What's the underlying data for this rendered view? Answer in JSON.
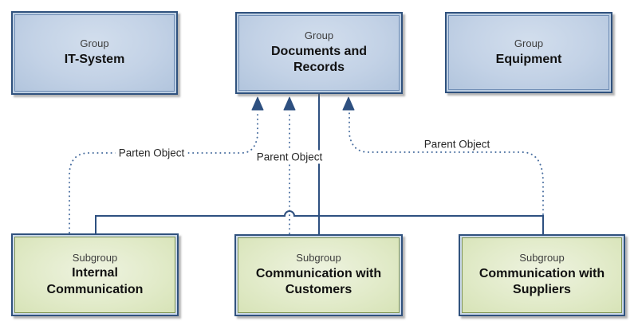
{
  "diagram": {
    "nodes": {
      "groups": [
        {
          "kind": "Group",
          "title": "IT-System"
        },
        {
          "kind": "Group",
          "title": "Documents and Records"
        },
        {
          "kind": "Group",
          "title": "Equipment"
        }
      ],
      "subgroups": [
        {
          "kind": "Subgroup",
          "title": "Internal Communication"
        },
        {
          "kind": "Subgroup",
          "title": "Communication with Customers"
        },
        {
          "kind": "Subgroup",
          "title": "Communication with Suppliers"
        }
      ]
    },
    "edges": [
      {
        "from": "Internal Communication",
        "to": "Documents and Records",
        "label": "Parten Object",
        "style": "dotted-arrow"
      },
      {
        "from": "Communication with Customers",
        "to": "Documents and Records",
        "label": "Parent Object",
        "style": "dotted-arrow"
      },
      {
        "from": "Communication with Suppliers",
        "to": "Documents and Records",
        "label": "Parent Object",
        "style": "dotted-arrow"
      },
      {
        "from": "Documents and Records",
        "to": "all subgroups",
        "label": "",
        "style": "solid-tree"
      }
    ],
    "colors": {
      "line": "#2e5080",
      "dot": "#4a6fa0",
      "node_border": "#30527e",
      "group_fill": "#c6d4e7",
      "group_inner_line": "#6f8db5",
      "subgroup_fill": "#dde7c0",
      "subgroup_inner_line": "#7f9454",
      "label_text": "#262626"
    }
  }
}
